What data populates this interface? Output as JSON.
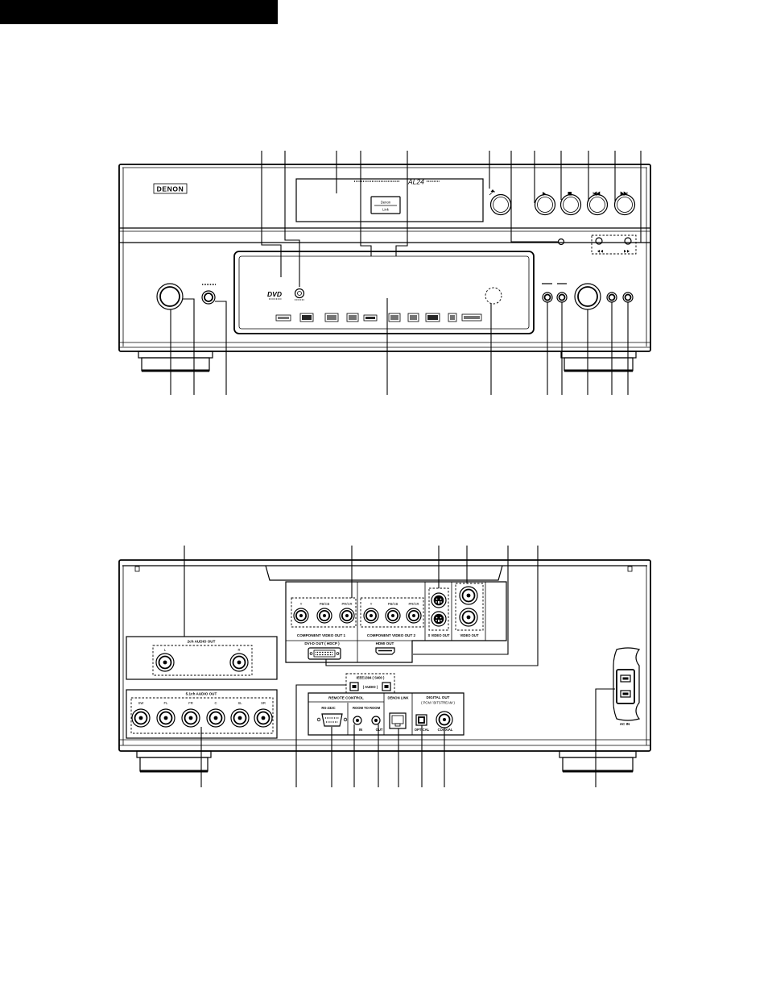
{
  "front_panel": {
    "brand_logo": "DENON",
    "model_mark": "AL24",
    "denon_link_button": {
      "line1": "Denon",
      "line2": "Link"
    },
    "disc_logo": "DVD"
  },
  "rear_panel": {
    "audio_2ch": {
      "title": "2ch AUDIO OUT",
      "left": "L",
      "right": "R"
    },
    "audio_51ch": {
      "title": "5.1ch AUDIO OUT",
      "jacks": [
        "SW",
        "FL",
        "FR",
        "C",
        "SL",
        "SR"
      ]
    },
    "component_1": {
      "title": "COMPONENT VIDEO OUT 1",
      "jacks": [
        "Y",
        "PB/CB",
        "PR/CR"
      ]
    },
    "component_2": {
      "title": "COMPONENT VIDEO OUT 2",
      "jacks": [
        "Y",
        "PB/CB",
        "PR/CR"
      ]
    },
    "s_video_out": "S VIDEO OUT",
    "video_out": "VIDEO OUT",
    "dvi_out": "DVI-D OUT ( HDCP )",
    "hdmi_out": "HDMI OUT",
    "ieee1394": {
      "line1": "IEEE1394 ( S400 )",
      "line2": "( AUDIO )"
    },
    "remote_control": {
      "title": "REMOTE CONTROL",
      "rs232c": "RS-232C",
      "room_to_room": "ROOM TO ROOM",
      "in": "IN",
      "out": "OUT"
    },
    "denon_link": "DENON LINK",
    "digital_out": {
      "title": "DIGITAL OUT",
      "subtitle": "( PCM / BITSTREAM )",
      "optical": "OPTICAL",
      "coaxial": "COAXIAL"
    },
    "ac_in": "AC IN"
  }
}
